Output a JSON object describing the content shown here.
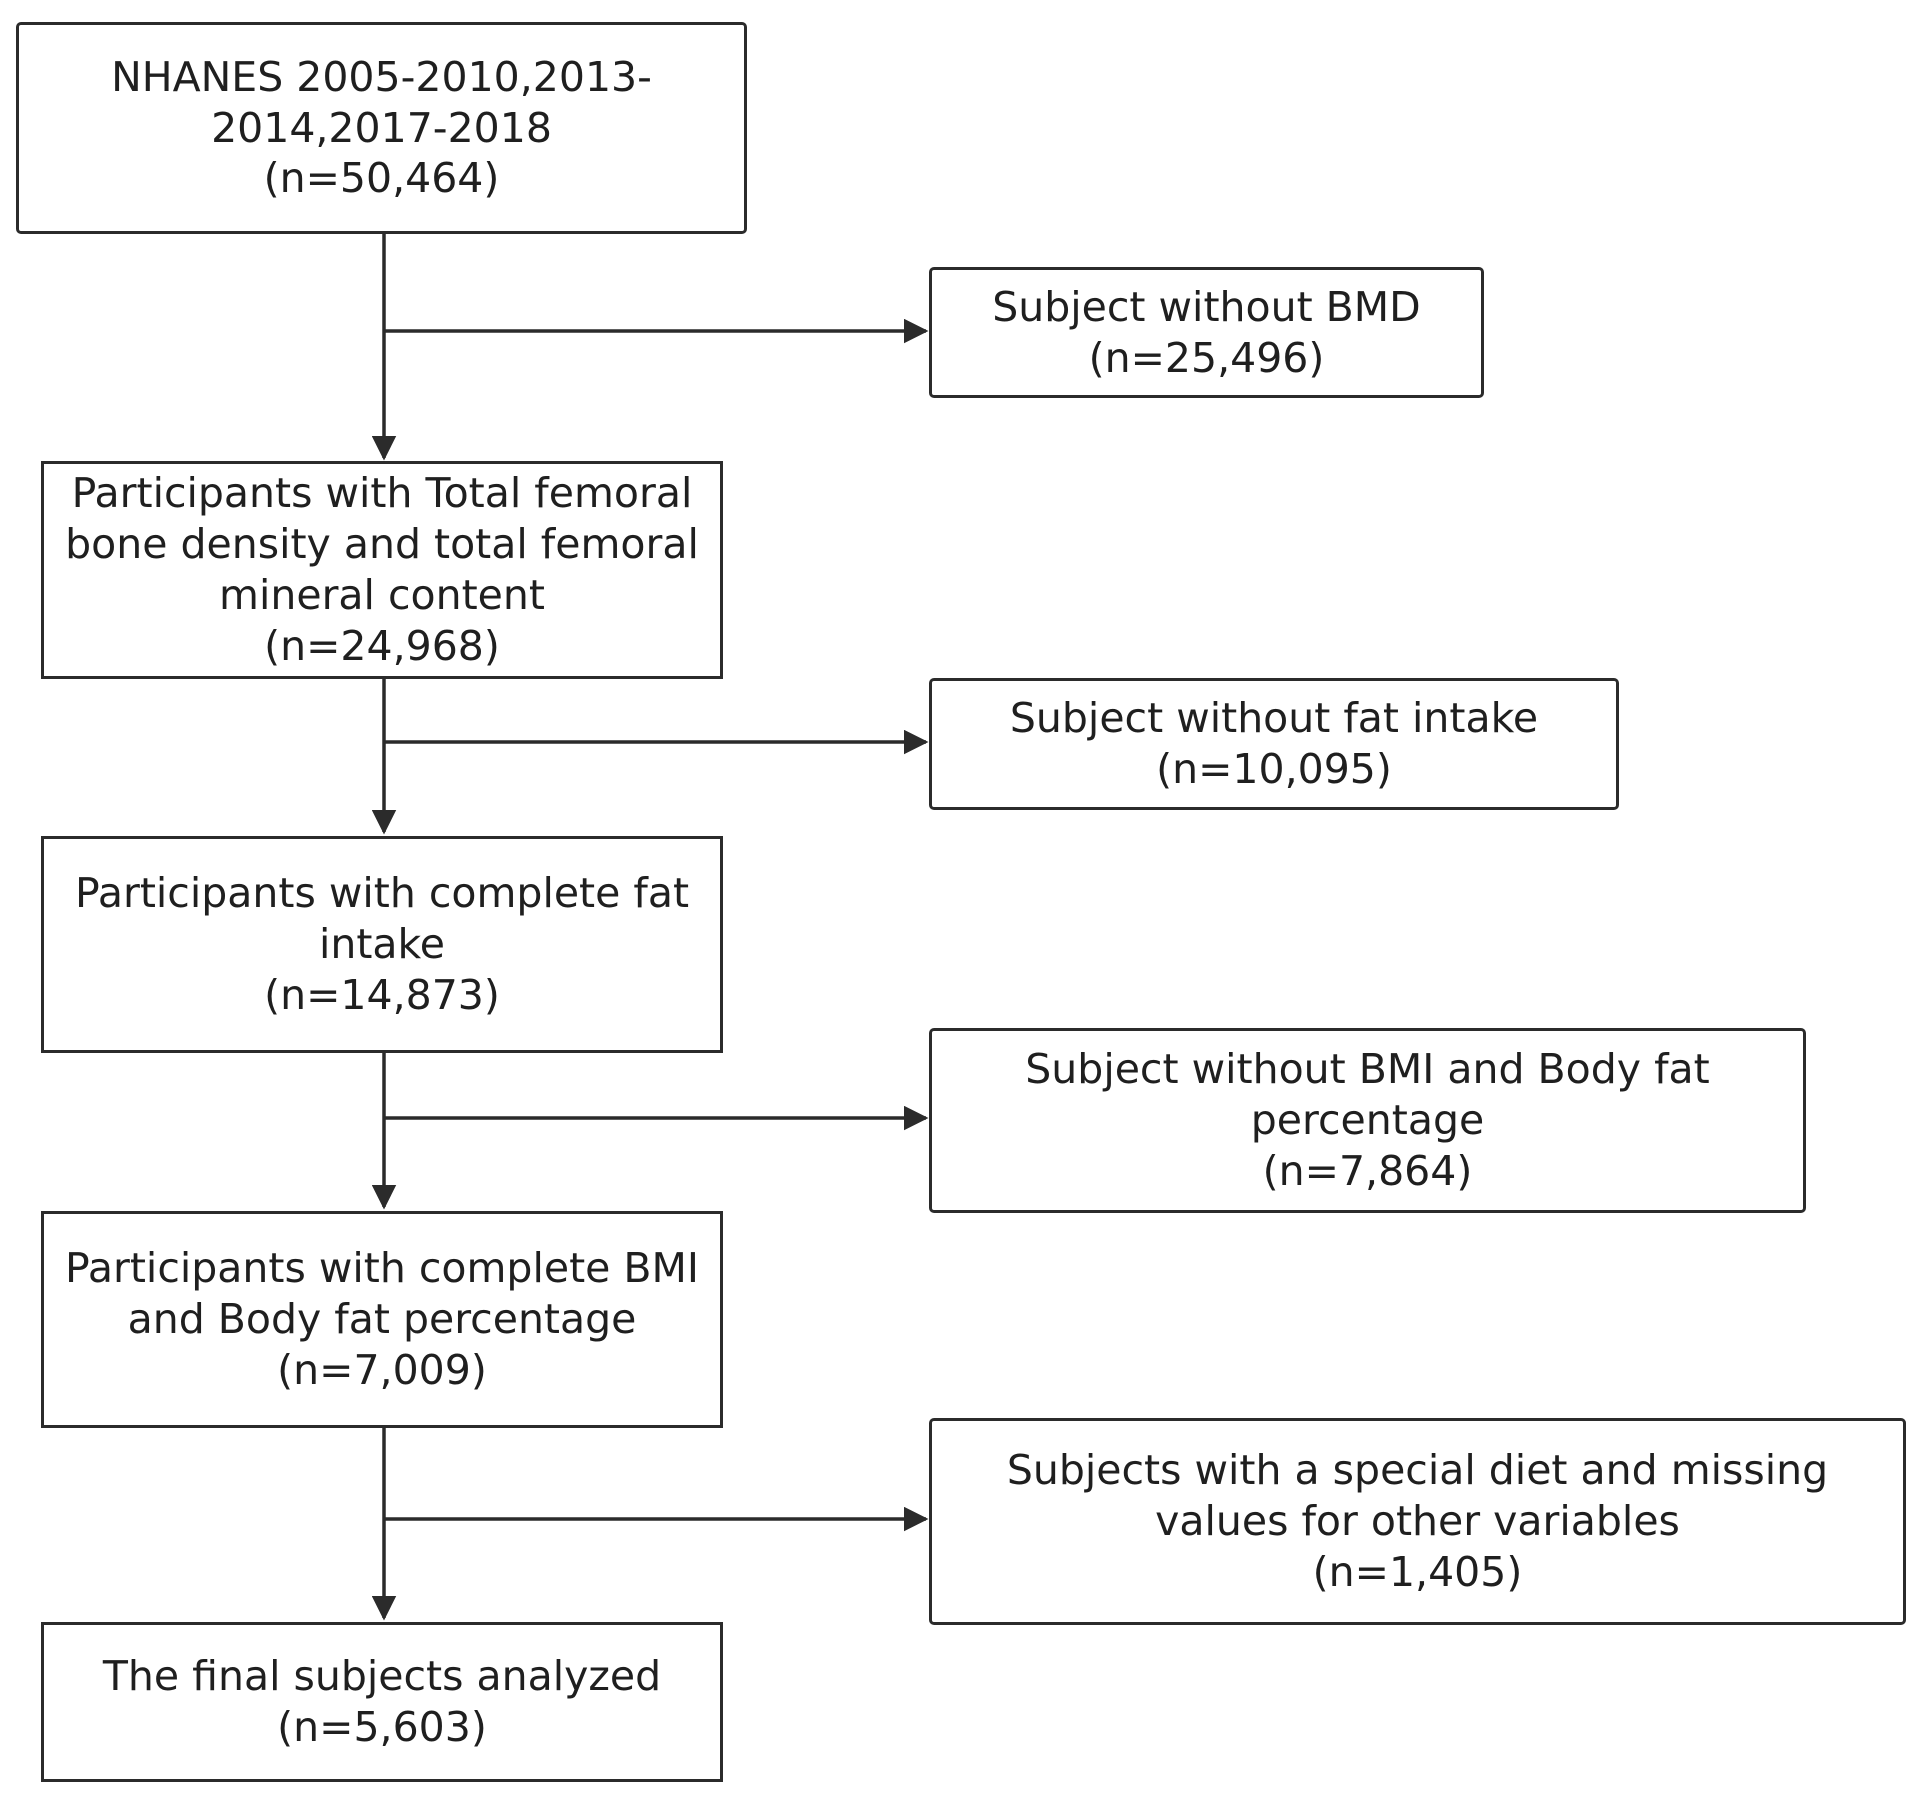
{
  "diagram": {
    "main_boxes": [
      {
        "id": "nhanes",
        "lines": [
          "NHANES 2005-2010,2013-",
          "2014,2017-2018",
          "(n=50,464)"
        ]
      },
      {
        "id": "femoral",
        "lines": [
          "Participants with Total femoral",
          "bone density and total femoral",
          "mineral content",
          "(n=24,968)"
        ]
      },
      {
        "id": "fat-intake",
        "lines": [
          "Participants with complete fat",
          "intake",
          "(n=14,873)"
        ]
      },
      {
        "id": "bmi-fat",
        "lines": [
          "Participants with complete BMI",
          "and Body fat percentage",
          "(n=7,009)"
        ]
      },
      {
        "id": "final",
        "lines": [
          "The final subjects analyzed",
          "(n=5,603)"
        ]
      }
    ],
    "exclusion_boxes": [
      {
        "id": "no-bmd",
        "lines": [
          "Subject without BMD",
          "(n=25,496)"
        ]
      },
      {
        "id": "no-fat-intake",
        "lines": [
          "Subject without fat intake",
          "(n=10,095)"
        ]
      },
      {
        "id": "no-bmi-fat",
        "lines": [
          "Subject without BMI and Body fat",
          "percentage",
          "(n=7,864)"
        ]
      },
      {
        "id": "special-diet",
        "lines": [
          "Subjects with a special diet and missing",
          "values for other variables",
          "(n=1,405)"
        ]
      }
    ],
    "colors": {
      "stroke": "#2b2b2b",
      "text": "#1f1f1f",
      "background": "#ffffff"
    }
  }
}
